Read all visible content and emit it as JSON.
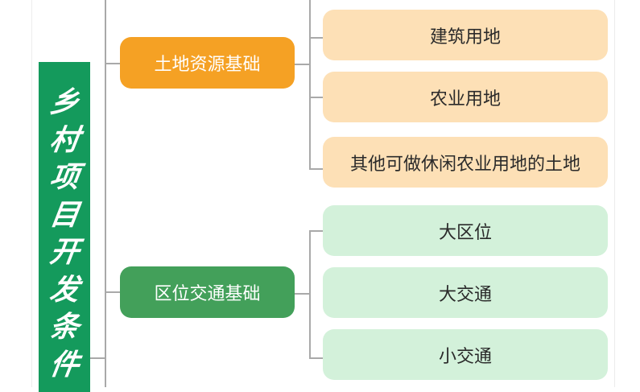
{
  "root": {
    "title_chars": [
      "乡",
      "村",
      "项",
      "目",
      "开",
      "发",
      "条",
      "件"
    ]
  },
  "branches": [
    {
      "label": "土地资源基础",
      "color": "#f5a124",
      "leaves": [
        "建筑用地",
        "农业用地",
        "其他可做休闲农业用地的土地"
      ]
    },
    {
      "label": "区位交通基础",
      "color": "#43a05a",
      "leaves": [
        "大区位",
        "大交通",
        "小交通"
      ]
    }
  ],
  "colors": {
    "root": "#149a5c",
    "leaf_orange": "#fde0b6",
    "leaf_green": "#d3f1da",
    "connector": "#a9a9a9"
  }
}
